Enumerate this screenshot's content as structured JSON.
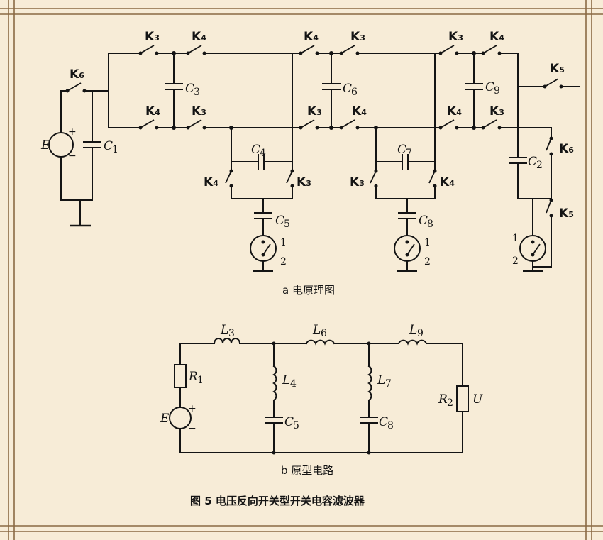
{
  "captions": {
    "a": "a  电原理图",
    "b": "b  原型电路",
    "figure": "图 5   电压反向开关型开关电容滤波器"
  },
  "circuit_a": {
    "source": {
      "name": "E",
      "plus": "+",
      "minus": "−"
    },
    "capacitors": [
      {
        "base": "C",
        "sub": "1"
      },
      {
        "base": "C",
        "sub": "2"
      },
      {
        "base": "C",
        "sub": "3"
      },
      {
        "base": "C",
        "sub": "4"
      },
      {
        "base": "C",
        "sub": "5"
      },
      {
        "base": "C",
        "sub": "6"
      },
      {
        "base": "C",
        "sub": "7"
      },
      {
        "base": "C",
        "sub": "8"
      },
      {
        "base": "C",
        "sub": "9"
      }
    ],
    "switch_labels": [
      {
        "base": "K",
        "sub": "3"
      },
      {
        "base": "K",
        "sub": "4"
      },
      {
        "base": "K",
        "sub": "5"
      },
      {
        "base": "K",
        "sub": "6"
      }
    ],
    "selector_positions": [
      "1",
      "2"
    ]
  },
  "circuit_b": {
    "inductors": [
      {
        "base": "L",
        "sub": "3"
      },
      {
        "base": "L",
        "sub": "4"
      },
      {
        "base": "L",
        "sub": "6"
      },
      {
        "base": "L",
        "sub": "7"
      },
      {
        "base": "L",
        "sub": "9"
      }
    ],
    "capacitors": [
      {
        "base": "C",
        "sub": "5"
      },
      {
        "base": "C",
        "sub": "8"
      }
    ],
    "resistors": [
      {
        "base": "R",
        "sub": "1"
      },
      {
        "base": "R",
        "sub": "2"
      }
    ],
    "source": {
      "name": "E",
      "plus": "+",
      "minus": "−"
    },
    "output": "U"
  }
}
